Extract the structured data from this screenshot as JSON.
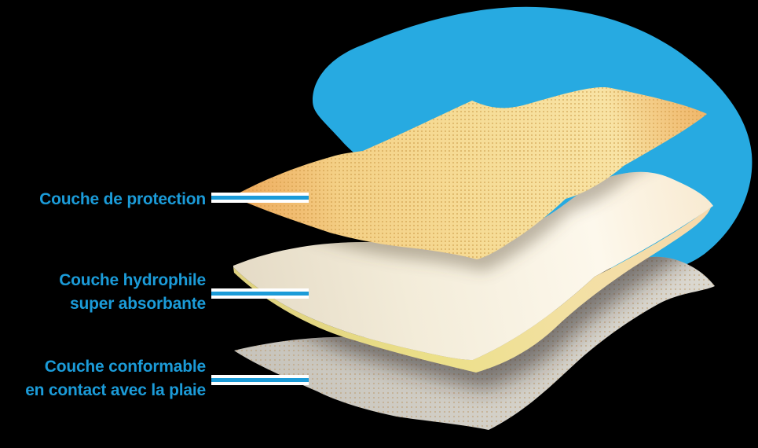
{
  "diagram": {
    "title_hint": "wound-dressing-layers",
    "colors": {
      "background": "#000000",
      "accent_blue": "#1b9bd8",
      "blob_blue": "#27aae1",
      "protection_yellow": "#f5d88f",
      "protection_edge_orange": "#eda45b",
      "absorbent_cream": "#faf3e2",
      "absorbent_edge_yellow": "#e0d382",
      "contact_gray": "#d2cfc7",
      "leader_line_white": "#ffffff"
    },
    "labels": [
      {
        "id": "protection",
        "line1": "Couche de protection",
        "line2": ""
      },
      {
        "id": "absorbent",
        "line1": "Couche hydrophile",
        "line2": "super absorbante"
      },
      {
        "id": "contact",
        "line1": "Couche conformable",
        "line2": "en contact avec la plaie"
      }
    ]
  }
}
